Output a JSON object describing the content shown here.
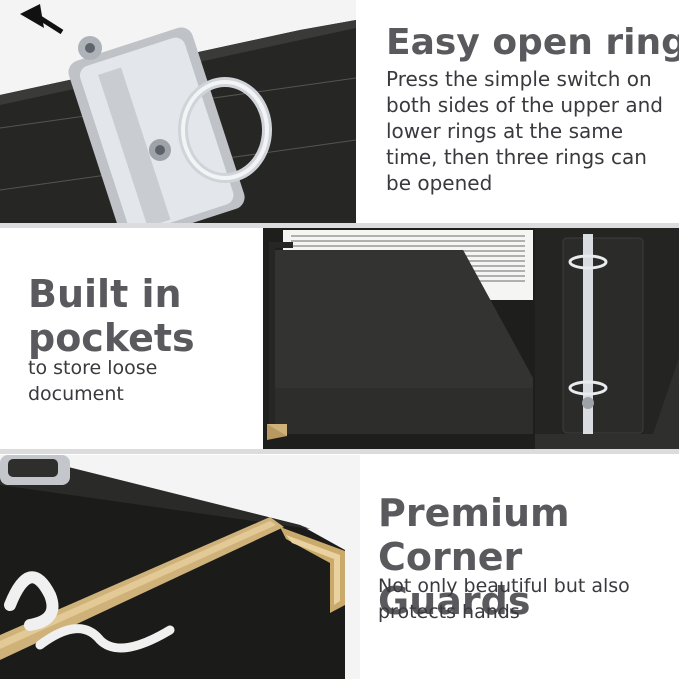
{
  "sections": [
    {
      "title": "Easy open ring",
      "description": "Press the simple switch on both sides of the upper and lower rings at the same time, then three rings can be opened",
      "image": "binder-ring-closeup"
    },
    {
      "title": "Built in pockets",
      "description": "to store loose document",
      "image": "binder-inner-pockets"
    },
    {
      "title": "Premium Corner Guards",
      "description": "Not only beautiful but also protects hands",
      "image": "binder-corner-guard"
    }
  ],
  "colors": {
    "binder": "#262624",
    "binder_dark": "#1b1b1a",
    "gold": "#cfb27a",
    "chrome": "#d8dbdf",
    "title_text": "#5a5a5e",
    "body_text": "#3a3a3e"
  }
}
